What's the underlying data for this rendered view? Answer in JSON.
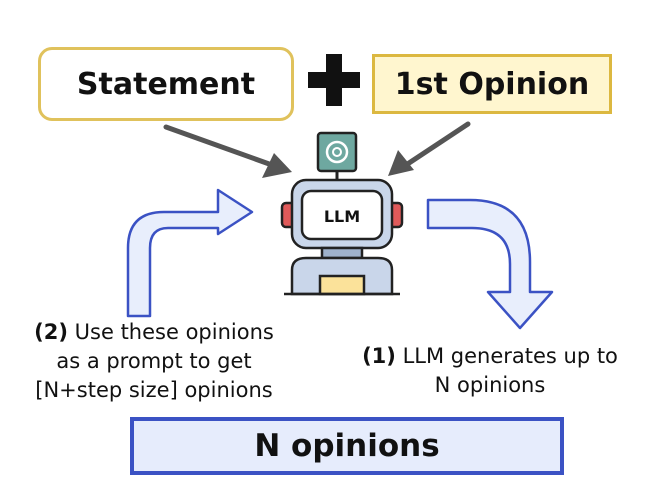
{
  "statement": "Statement",
  "plus_symbol": "+",
  "first_opinion": "1st Opinion",
  "llm_label": "LLM",
  "caption_left": {
    "bold_prefix": "(2)",
    "line1_rest": " Use these opinions",
    "line2": "as a prompt to get",
    "line3": "[N+step size] opinions"
  },
  "caption_right": {
    "bold_prefix": "(1)",
    "line1_rest": " LLM generates up to",
    "line2": "N opinions"
  },
  "n_opinions": "N opinions",
  "icons": [
    "plus-icon",
    "robot-icon",
    "openai-logo-icon",
    "curved-arrow-icon",
    "straight-arrow-icon"
  ],
  "colors": {
    "statement_border": "#e0c25c",
    "opinion_fill": "#fff6cf",
    "opinion_border": "#dcb840",
    "n_box_fill": "#e6ecfc",
    "n_box_border": "#3b52c4",
    "curved_arrow_fill": "#e8eefc",
    "curved_arrow_stroke": "#3b52c4",
    "straight_arrow": "#555555",
    "robot_body": "#c9d6ea",
    "robot_ear": "#e05a5a"
  }
}
